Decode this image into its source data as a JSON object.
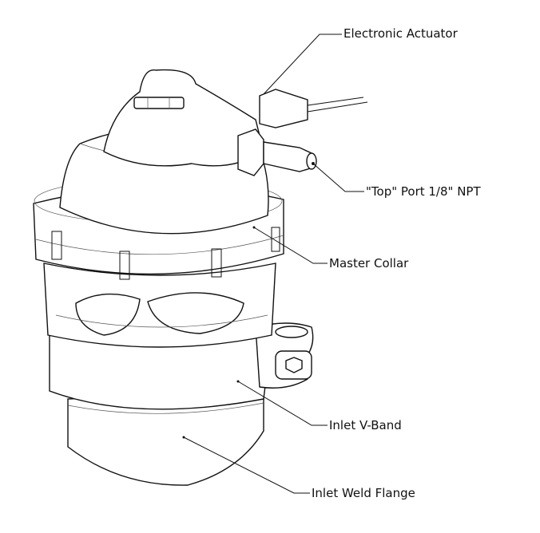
{
  "labels": {
    "actuator": "Electronic Actuator",
    "top_port": "\"Top\" Port 1/8\" NPT",
    "master_collar": "Master Collar",
    "inlet_vband": "Inlet V-Band",
    "inlet_weld_flange": "Inlet Weld Flange"
  }
}
